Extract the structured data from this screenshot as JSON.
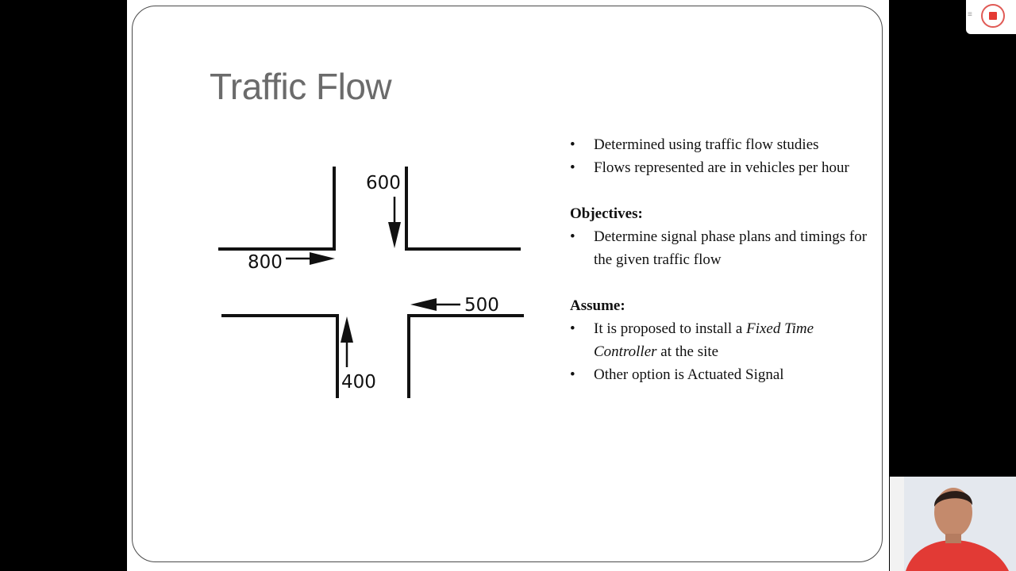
{
  "slide": {
    "title": "Traffic Flow",
    "diagram": {
      "flows": [
        {
          "direction": "eastbound",
          "value": "800"
        },
        {
          "direction": "southbound",
          "value": "600"
        },
        {
          "direction": "westbound",
          "value": "500"
        },
        {
          "direction": "northbound",
          "value": "400"
        }
      ]
    },
    "bullets_top": [
      "Determined using traffic flow studies",
      "Flows represented are in vehicles per hour"
    ],
    "objectives": {
      "heading": "Objectives:",
      "items": [
        "Determine signal phase plans and timings for the given traffic flow"
      ]
    },
    "assume": {
      "heading": "Assume:",
      "item1": {
        "prefix": "It is proposed to install a ",
        "italic": "Fixed Time Controller",
        "suffix": " at the site"
      },
      "item2": "Other option is Actuated Signal"
    }
  },
  "recording": {
    "stop_icon": "stop-square-icon",
    "menu_icon": "drag-handle-icon",
    "accent": "#e43a33"
  },
  "webcam": {
    "description_icon": "presenter-video-icon"
  }
}
